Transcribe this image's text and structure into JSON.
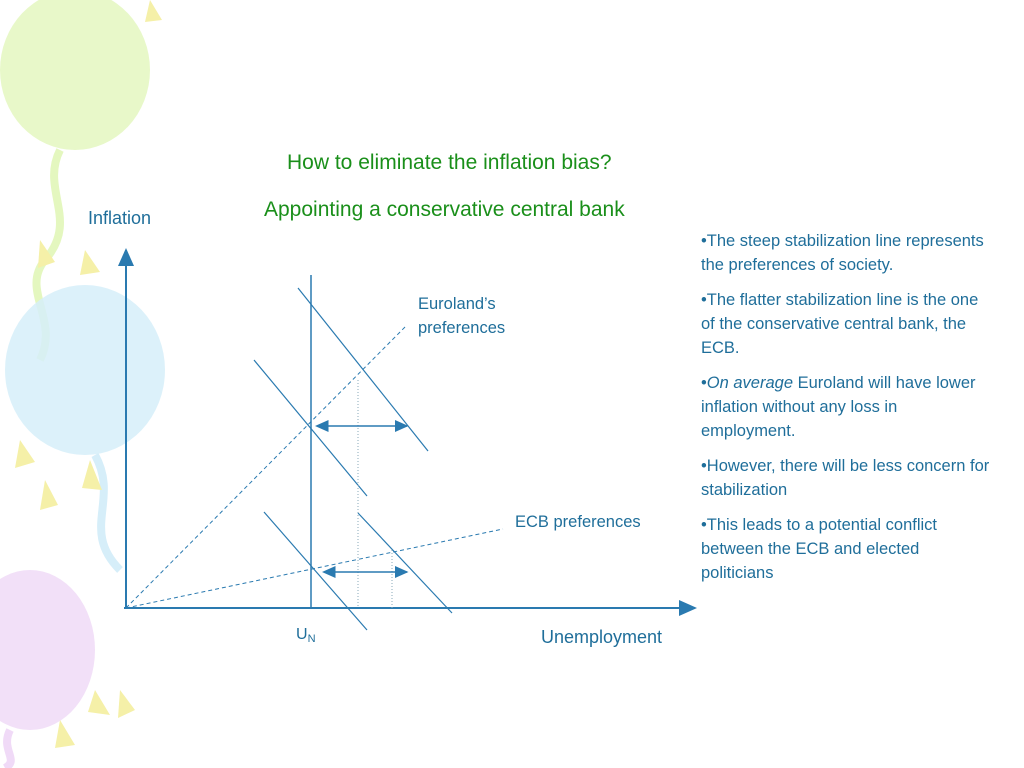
{
  "slide": {
    "title_line1": "How to eliminate the inflation bias?",
    "title_line2": "Appointing a conservative central bank"
  },
  "diagram": {
    "y_axis_label": "Inflation",
    "x_axis_label": "Unemployment",
    "un_label_main": "U",
    "un_label_sub": "N",
    "euroland_label_line1": "Euroland’s",
    "euroland_label_line2": "preferences",
    "ecb_label": "ECB preferences"
  },
  "bullets": [
    {
      "prefix": "•",
      "italic": "",
      "text": "The steep stabilization line represents the preferences of society."
    },
    {
      "prefix": "•",
      "italic": "",
      "text": "The flatter stabilization line is the one of the conservative central bank, the ECB."
    },
    {
      "prefix": "•",
      "italic": "On average",
      "text": " Euroland will have lower inflation without any loss in employment."
    },
    {
      "prefix": "•",
      "italic": "",
      "text": "However, there will be less concern for stabilization"
    },
    {
      "prefix": "•",
      "italic": "",
      "text": "This leads to a potential conflict between the ECB and elected politicians"
    }
  ],
  "colors": {
    "title": "#1a8f1a",
    "text": "#1f6e9a",
    "axis": "#2a7ab0",
    "decor_green": "#dff5b0",
    "decor_blue": "#cfe9f7",
    "decor_purple": "#ecd3f5",
    "decor_yellow": "#f5f0a0"
  }
}
